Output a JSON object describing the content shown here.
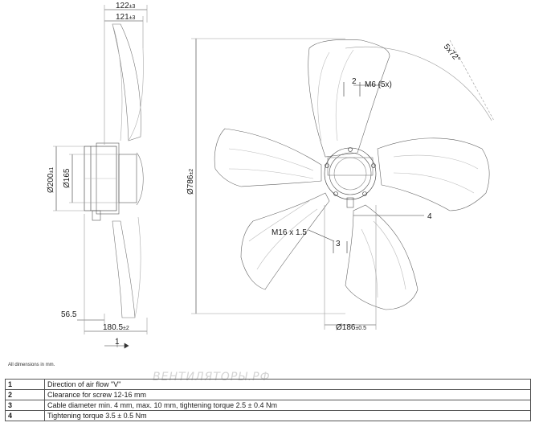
{
  "drawing": {
    "dim_122": "122",
    "dim_122_tol": "±3",
    "dim_121": "121",
    "dim_121_tol": "±3",
    "dim_200": "Ø200",
    "dim_200_tol": "±1",
    "dim_165": "Ø165",
    "dim_56_5": "56.5",
    "dim_180_5": "180.5",
    "dim_180_5_tol": "±2",
    "callout_1": "1",
    "callout_2": "2",
    "m6": "M6 (5x)",
    "angle": "5x72°",
    "dim_786": "Ø786",
    "dim_786_tol": "±2",
    "callout_4": "4",
    "m16": "M16 x 1.5",
    "callout_3": "3",
    "dim_186": "Ø186",
    "dim_186_tol": "±0.5"
  },
  "note": "All dimensions in mm.",
  "watermark": "ВЕНТИЛЯТОРЫ.РФ",
  "legend": [
    {
      "num": "1",
      "text": "Direction of air flow \"V\""
    },
    {
      "num": "2",
      "text": "Clearance for screw 12-16 mm"
    },
    {
      "num": "3",
      "text": "Cable diameter min. 4 mm, max. 10 mm, tightening torque 2.5 ± 0.4 Nm"
    },
    {
      "num": "4",
      "text": "Tightening torque 3.5 ± 0.5 Nm"
    }
  ]
}
